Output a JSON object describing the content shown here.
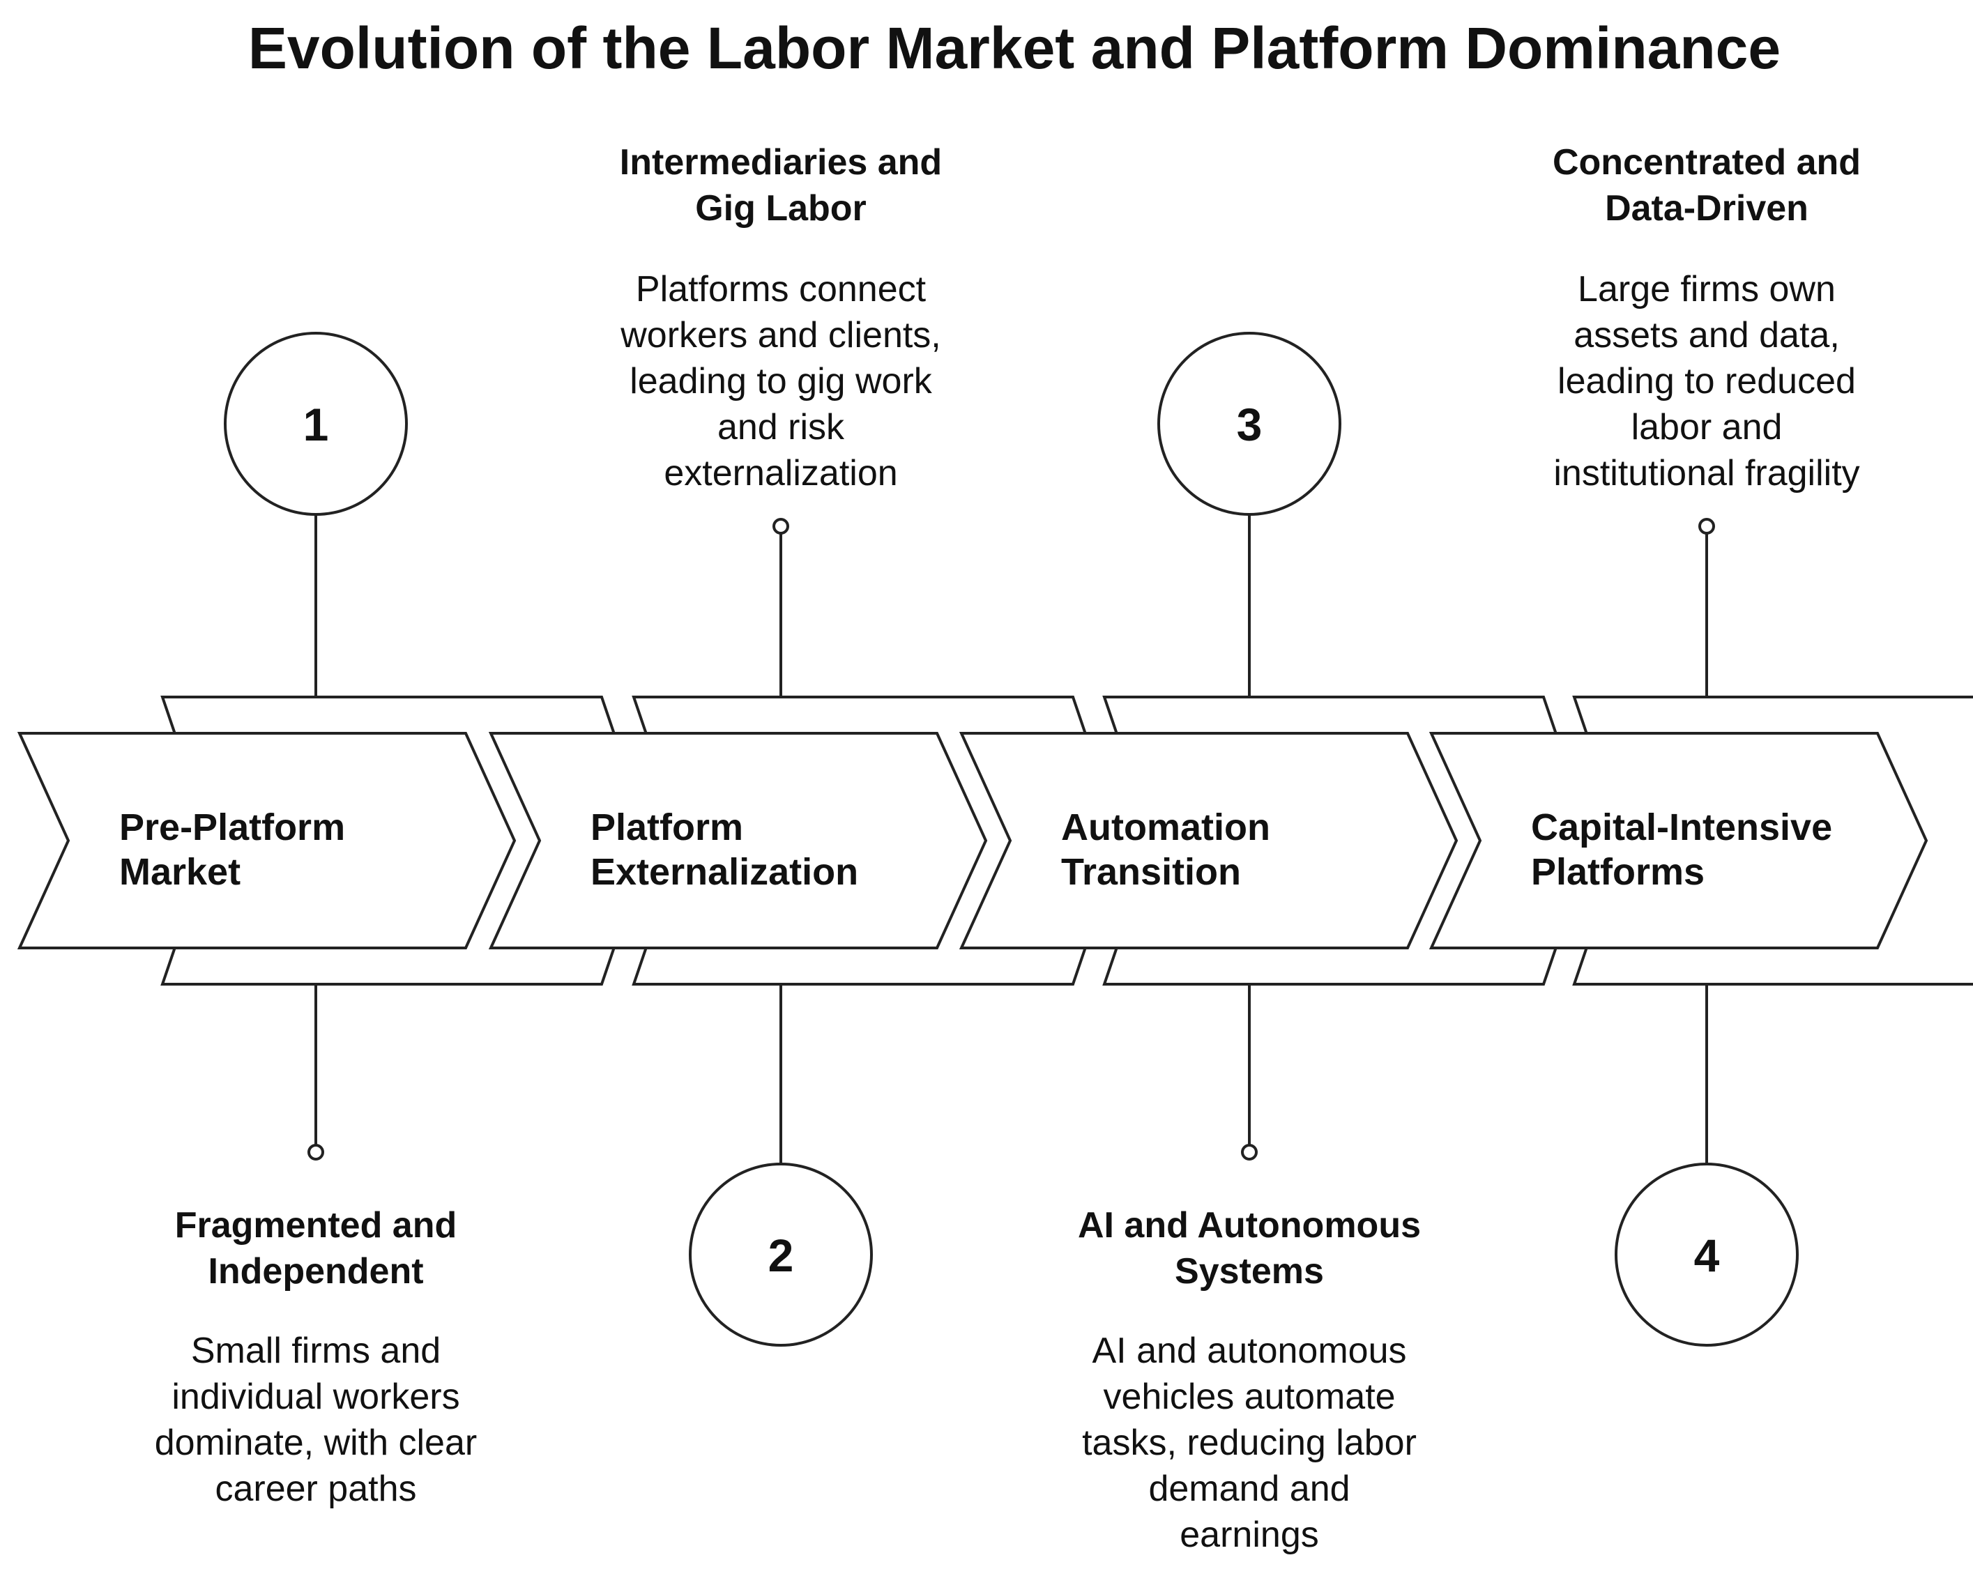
{
  "title": "Evolution of the Labor Market and Platform Dominance",
  "stages": [
    {
      "number": "1",
      "label": [
        "Pre-Platform",
        "Market"
      ],
      "heading": [
        "Fragmented and",
        "Independent"
      ],
      "description": [
        "Small firms and",
        "individual workers",
        "dominate, with clear",
        "career paths"
      ]
    },
    {
      "number": "2",
      "label": [
        "Platform",
        "Externalization"
      ],
      "heading": [
        "Intermediaries and",
        "Gig Labor"
      ],
      "description": [
        "Platforms connect",
        "workers and clients,",
        "leading to gig work",
        "and risk",
        "externalization"
      ]
    },
    {
      "number": "3",
      "label": [
        "Automation",
        "Transition"
      ],
      "heading": [
        "AI and Autonomous",
        "Systems"
      ],
      "description": [
        "AI and autonomous",
        "vehicles automate",
        "tasks, reducing labor",
        "demand and",
        "earnings"
      ]
    },
    {
      "number": "4",
      "label": [
        "Capital-Intensive",
        "Platforms"
      ],
      "heading": [
        "Concentrated and",
        "Data-Driven"
      ],
      "description": [
        "Large firms own",
        "assets and data,",
        "leading to reduced",
        "labor and",
        "institutional fragility"
      ]
    }
  ]
}
